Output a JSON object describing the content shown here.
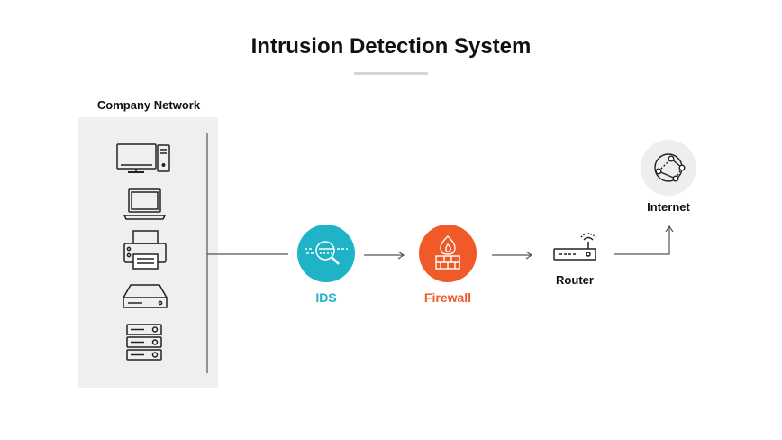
{
  "title": "Intrusion Detection System",
  "network": {
    "label": "Company Network",
    "devices": [
      "desktop-computer-icon",
      "laptop-icon",
      "printer-icon",
      "storage-drive-icon",
      "server-rack-icon"
    ]
  },
  "nodes": {
    "ids": {
      "label": "IDS",
      "color": "#1eb3c6",
      "icon": "magnifier-icon"
    },
    "firewall": {
      "label": "Firewall",
      "color": "#f05a28",
      "icon": "firewall-icon"
    },
    "router": {
      "label": "Router",
      "icon": "router-icon"
    },
    "internet": {
      "label": "Internet",
      "icon": "globe-network-icon"
    }
  },
  "colors": {
    "text": "#111111",
    "line": "#555555",
    "panel": "#efefef",
    "icon_bg": "#eeeeee"
  }
}
